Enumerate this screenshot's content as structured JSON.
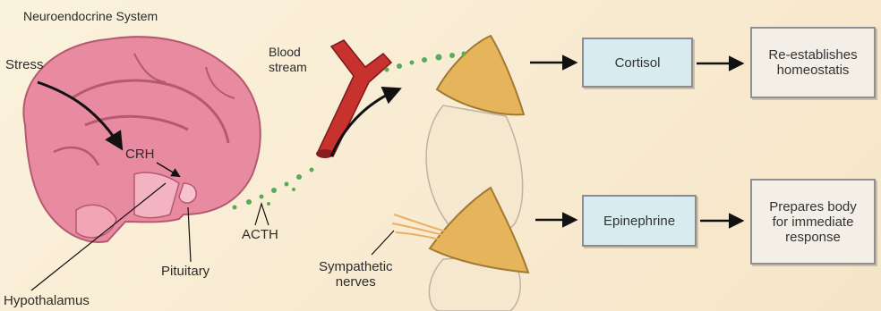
{
  "title": "Neuroendocrine System",
  "labels": {
    "stress": "Stress",
    "crh": "CRH",
    "blood_stream": "Blood\nstream",
    "acth": "ACTH",
    "pituitary": "Pituitary",
    "hypothalamus": "Hypothalamus",
    "sympathetic_nerves": "Sympathetic\nnerves"
  },
  "boxes": {
    "cortisol": "Cortisol",
    "epinephrine": "Epinephrine",
    "re_establishes": "Re-establishes\nhomeostatis",
    "prepares": "Prepares body\nfor immediate\nresponse"
  },
  "colors": {
    "background": "#fbf2dd",
    "brain": "#e88aa0",
    "blood_vessel": "#c8322e",
    "gland": "#e6b45a",
    "hormone_box": "#d8ecf0",
    "acth_dots": "#5aaa5a"
  }
}
